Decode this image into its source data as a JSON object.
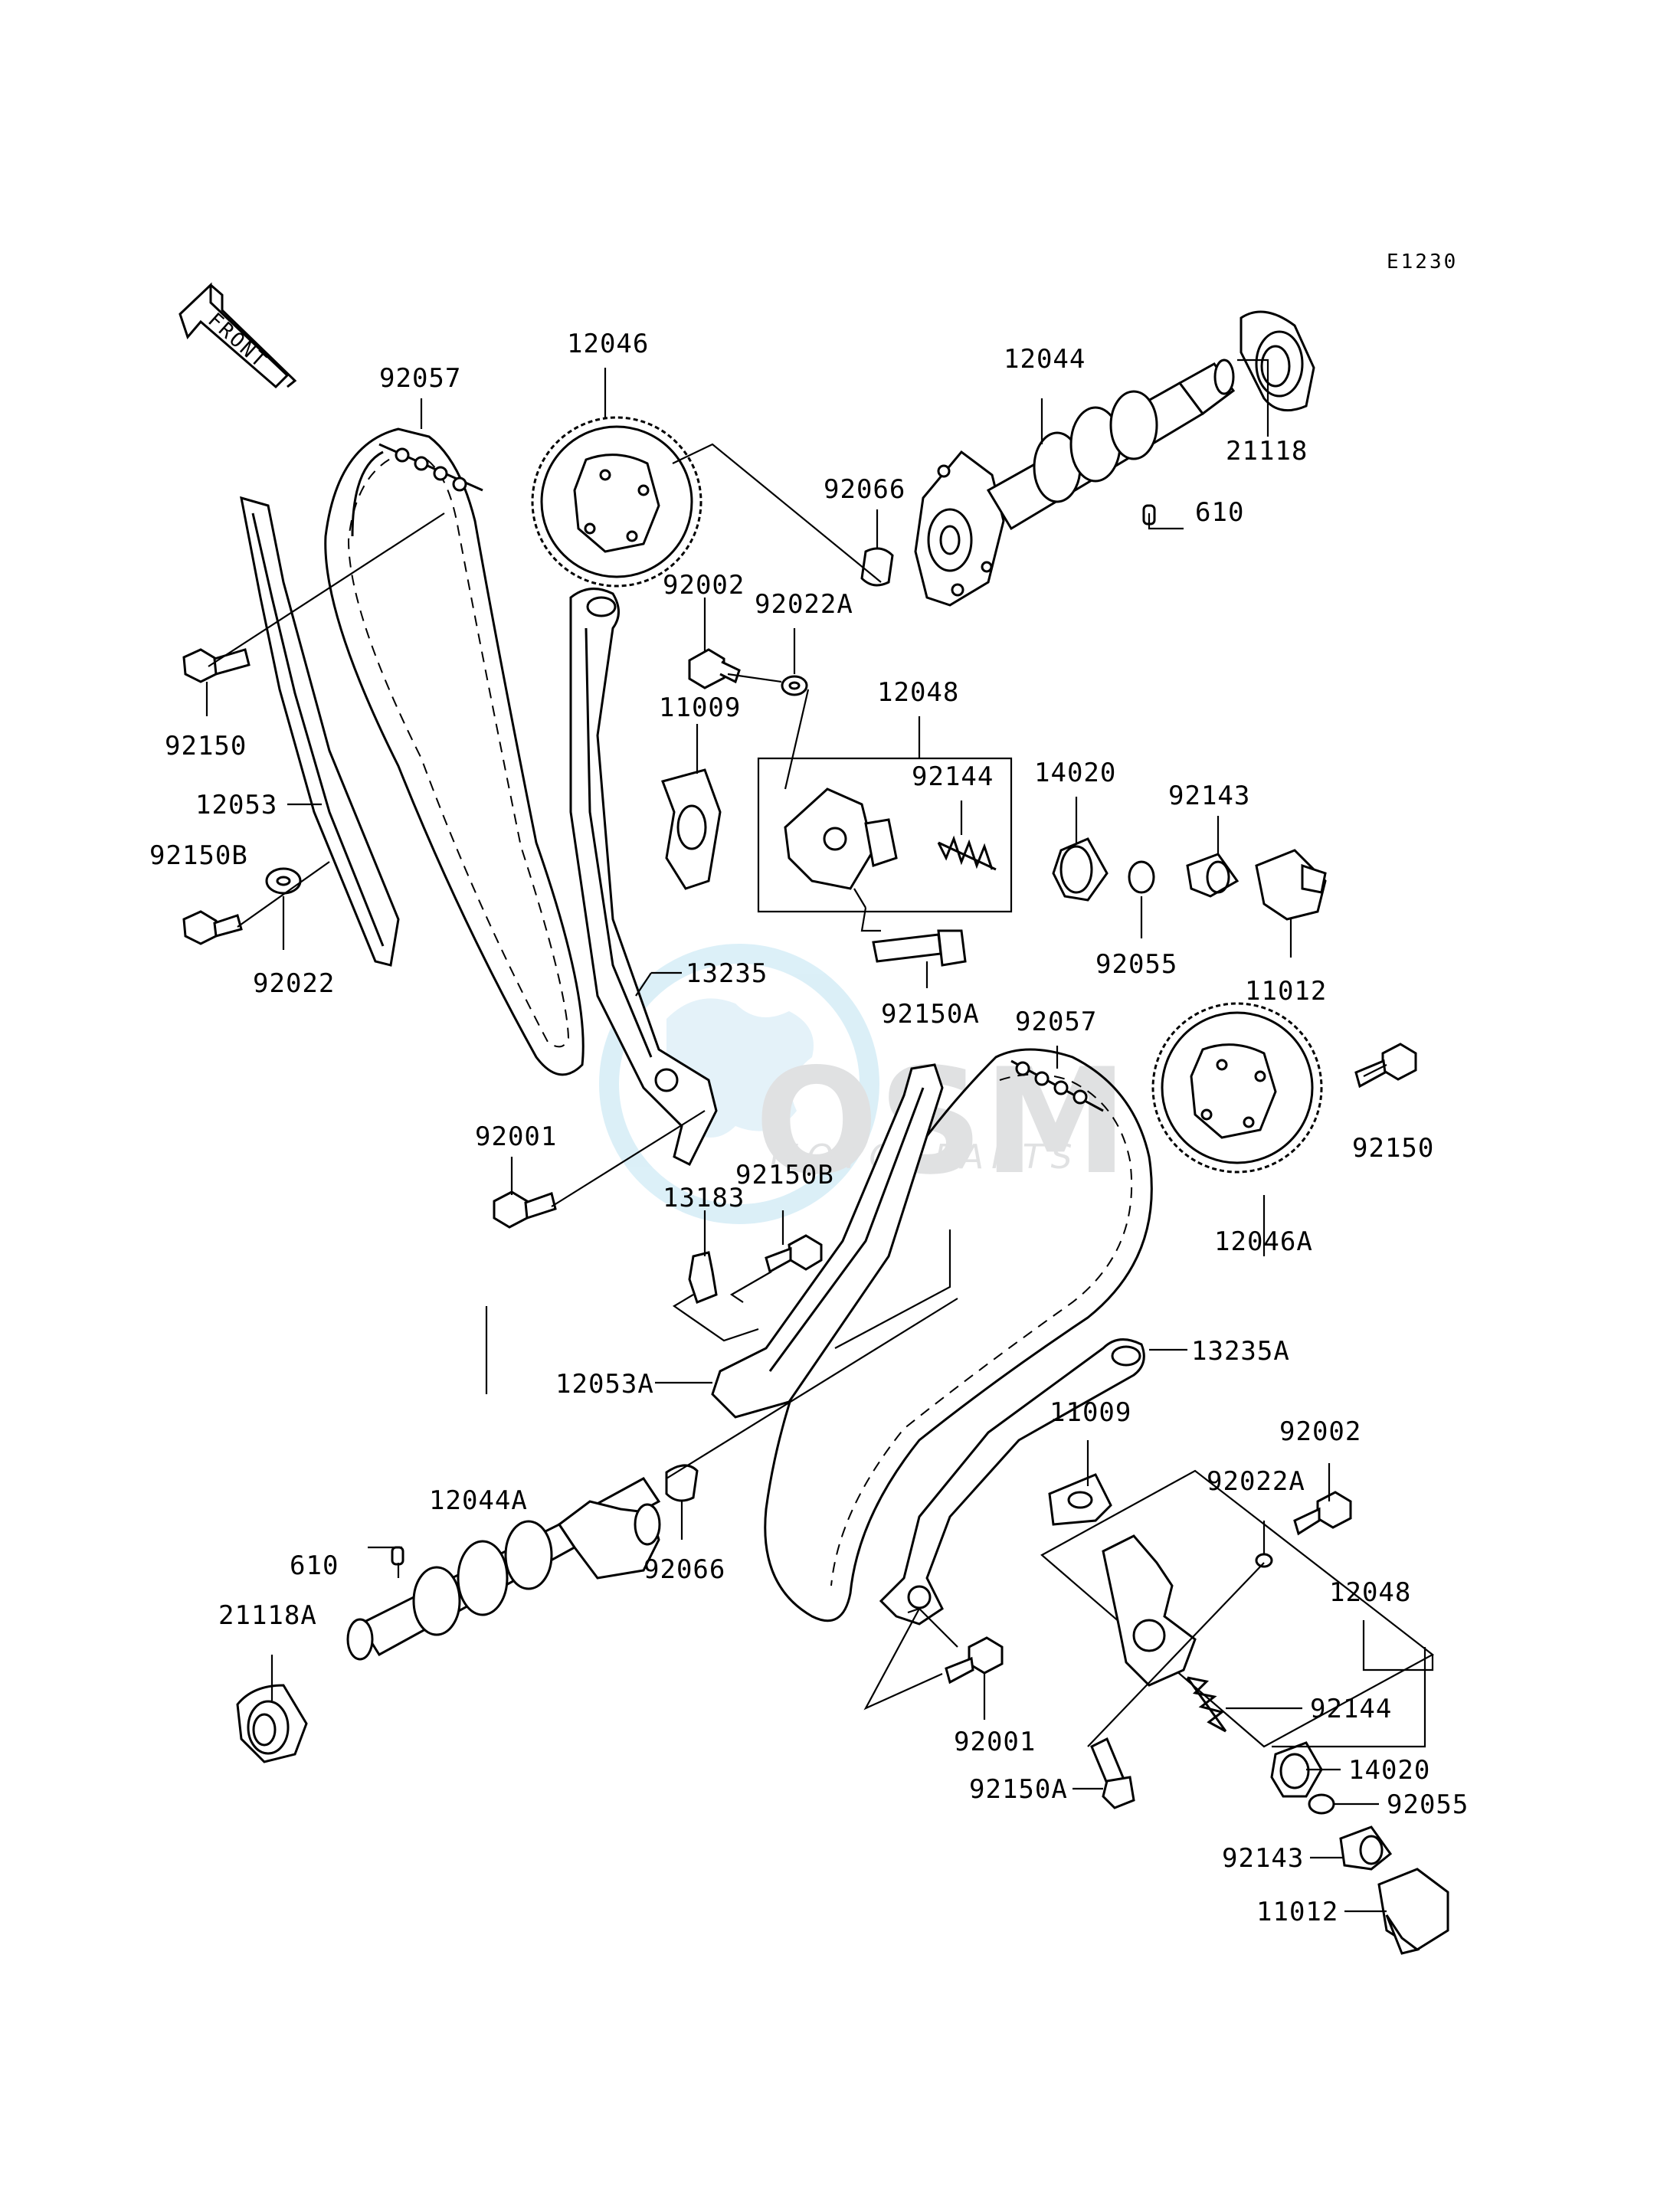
{
  "diagram_code": "E1230",
  "front_arrow_label": "FRONT",
  "watermark": {
    "brand": "OSM",
    "subtitle": "MOTORPARTS"
  },
  "labels": {
    "p12046": "12046",
    "p92057_top": "92057",
    "p12044": "12044",
    "p21118": "21118",
    "p610_top": "610",
    "p92066_top": "92066",
    "p92002_top": "92002",
    "p92022A_top": "92022A",
    "p12048_top": "12048",
    "p11009_top": "11009",
    "p92144_top": "92144",
    "p14020_top": "14020",
    "p92143_top": "92143",
    "p92150_left": "92150",
    "p12053": "12053",
    "p92150B_left": "92150B",
    "p92022": "92022",
    "p13235": "13235",
    "p92055_top": "92055",
    "p11012_top": "11012",
    "p92150A_top": "92150A",
    "p92057_bottom": "92057",
    "p92001_top": "92001",
    "p92150B_mid": "92150B",
    "p13183": "13183",
    "p92150_right": "92150",
    "p12046A": "12046A",
    "p12053A": "12053A",
    "p13235A": "13235A",
    "p11009_bottom": "11009",
    "p92002_bottom": "92002",
    "p92022A_bottom": "92022A",
    "p12044A": "12044A",
    "p610_bottom": "610",
    "p92066_bottom": "92066",
    "p21118A": "21118A",
    "p12048_bottom": "12048",
    "p92144_bottom": "92144",
    "p92001_bottom": "92001",
    "p14020_bottom": "14020",
    "p92150A_bottom": "92150A",
    "p92055_bottom": "92055",
    "p92143_bottom": "92143",
    "p11012_bottom": "11012"
  }
}
